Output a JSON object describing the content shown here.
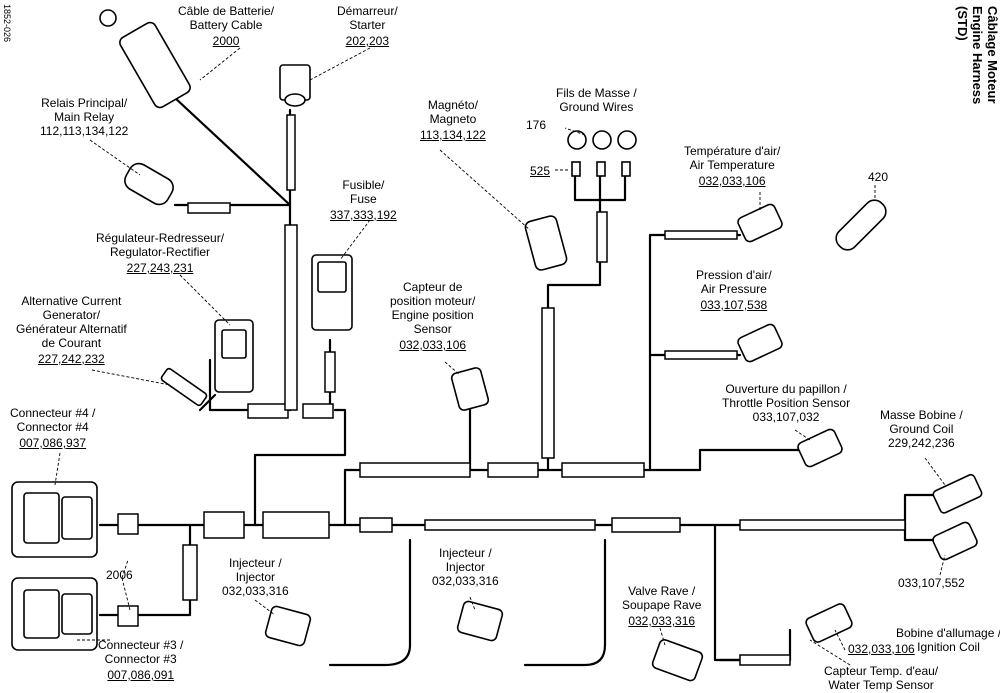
{
  "figure_id": "1852-026",
  "title": {
    "fr": "Câblage Moteur",
    "en": "Engine Harness",
    "variant": "(STD)"
  },
  "labels": {
    "battery_cable": {
      "line1": "Câble de Batterie/",
      "line2": "Battery Cable",
      "parts": "2000"
    },
    "starter": {
      "line1": "Démarreur/",
      "line2": "Starter",
      "parts": "202,203"
    },
    "main_relay": {
      "line1": "Relais Principal/",
      "line2": "Main Relay",
      "parts": "112,113,134,122"
    },
    "magneto": {
      "line1": "Magnéto/",
      "line2": "Magneto",
      "parts": "113,134,122"
    },
    "ground_wires": {
      "line1": "Fils de Masse /",
      "line2": "Ground Wires"
    },
    "ground_parts": {
      "p176": "176",
      "p525": "525"
    },
    "air_temp": {
      "line1": "Température d'air/",
      "line2": "Air Temperature",
      "parts": "032,033,106"
    },
    "sleeve": {
      "part": "420"
    },
    "fuse": {
      "line1": "Fusible/",
      "line2": "Fuse",
      "parts": "337,333,192"
    },
    "regulator": {
      "line1": "Régulateur-Redresseur/",
      "line2": "Regulator-Rectifier",
      "parts": "227,243,231"
    },
    "air_pressure": {
      "line1": "Pression d'air/",
      "line2": "Air Pressure",
      "parts": "033,107,538"
    },
    "ac_generator": {
      "line1": "Alternative Current",
      "line2": "Generator/",
      "line3": "Générateur Alternatif",
      "line4": "de Courant",
      "parts": "227,242,232"
    },
    "engine_pos": {
      "line1": "Capteur de",
      "line2": "position moteur/",
      "line3": "Engine position",
      "line4": "Sensor",
      "parts": "032,033,106"
    },
    "throttle": {
      "line1": "Ouverture du papillon /",
      "line2": "Throttle Position Sensor",
      "parts": "033,107,032"
    },
    "connector4": {
      "line1": "Connecteur #4 /",
      "line2": "Connector #4",
      "parts": "007,086,937"
    },
    "ground_coil": {
      "line1": "Masse Bobine /",
      "line2": "Ground Coil",
      "parts": "229,242,236"
    },
    "injector1": {
      "line1": "Injecteur /",
      "line2": "Injector",
      "parts": "032,033,316"
    },
    "injector2": {
      "line1": "Injecteur /",
      "line2": "Injector",
      "parts": "032,033,316"
    },
    "conn_part": {
      "part": "2006"
    },
    "coil_parts": {
      "parts": "033,107,552"
    },
    "ignition_coil": {
      "line1": "Bobine d'allumage /",
      "line2": "Ignition Coil"
    },
    "rave_valve": {
      "line1": "Valve Rave /",
      "line2": "Soupape Rave",
      "parts": "032,033,316"
    },
    "water_temp_parts": {
      "parts": "032,033,106"
    },
    "connector3": {
      "line1": "Connecteur #3 /",
      "line2": "Connector #3",
      "parts": "007,086,091"
    },
    "water_temp": {
      "line1": "Capteur Temp. d'eau/",
      "line2": "Water Temp Sensor"
    }
  }
}
